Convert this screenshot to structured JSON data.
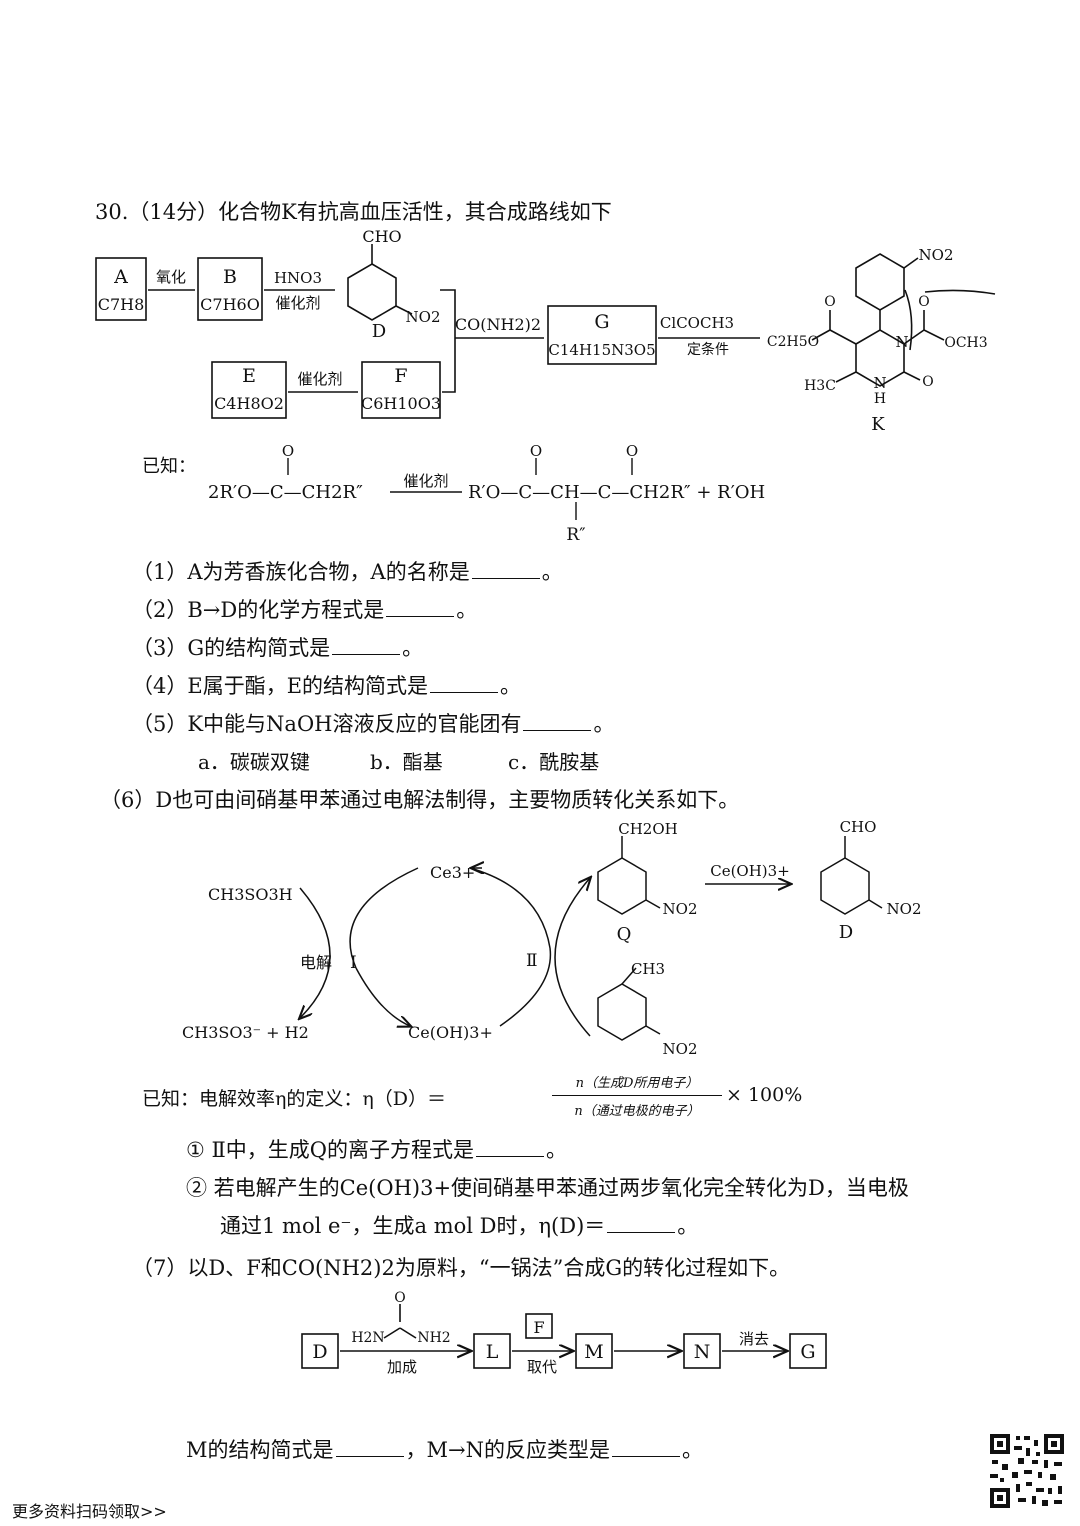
{
  "title": "30.（14分）化合物K有抗高血压活性，其合成路线如下",
  "route": {
    "A": {
      "name": "A",
      "formula": "C7H8"
    },
    "B": {
      "name": "B",
      "formula": "C7H6O"
    },
    "D_label": "D",
    "E": {
      "name": "E",
      "formula": "C4H8O2"
    },
    "F": {
      "name": "F",
      "formula": "C6H10O3"
    },
    "G": {
      "name": "G",
      "formula": "C14H15N3O5"
    },
    "K_label": "K",
    "arrow_AB": "氧化",
    "arrow_BD_top": "HNO3",
    "arrow_BD_bottom": "催化剂",
    "arrow_EF": "催化剂",
    "reagent_DG": "CO(NH2)2",
    "arrow_GK_top": "ClCOCH3",
    "arrow_GK_bottom": "定条件",
    "sub_CHO": "CHO",
    "sub_NO2": "NO2",
    "K_sub_C2H5O": "C2H5O",
    "K_sub_OCH3": "OCH3",
    "K_sub_H3C": "H3C",
    "K_N": "N",
    "K_NH": "N",
    "K_H": "H",
    "K_O": "O"
  },
  "known1": {
    "label": "已知：",
    "left": "2R′O—C—CH2R″",
    "arrow": "催化剂",
    "right": "R′O—C—CH—C—CH2R″ + R′OH",
    "sub": "R″",
    "o": "O"
  },
  "questions": {
    "q1": "（1）A为芳香族化合物，A的名称是",
    "q2": "（2）B→D的化学方程式是",
    "q3": "（3）G的结构简式是",
    "q4": "（4）E属于酯，E的结构简式是",
    "q5": "（5）K中能与NaOH溶液反应的官能团有",
    "opt_a": "a．碳碳双键",
    "opt_b": "b．酯基",
    "opt_c": "c．酰胺基",
    "q6": "（6）D也可由间硝基甲苯通过电解法制得，主要物质转化关系如下。",
    "q6_1": "① Ⅱ中，生成Q的离子方程式是",
    "q6_2a": "② 若电解产生的Ce(OH)3+使间硝基甲苯通过两步氧化完全转化为D，当电极",
    "q6_2b": "通过1 mol e⁻，生成a mol D时，η(D)＝",
    "q7": "（7）以D、F和CO(NH2)2为原料，“一锅法”合成G的转化过程如下。",
    "q7_end_a": "M的结构简式是",
    "q7_end_b": "，M→N的反应类型是",
    "period": "。"
  },
  "cycle": {
    "CH3SO3H": "CH3SO3H",
    "Ce3": "Ce3+",
    "CeOH3": "Ce(OH)3+",
    "products": "CH3SO3⁻ + H2",
    "electrolysis": "电解",
    "I": "Ⅰ",
    "II": "Ⅱ",
    "Q_sub": "CH2OH",
    "Q_label": "Q",
    "CH3": "CH3",
    "arrow_QD": "Ce(OH)3+",
    "D_sub": "CHO",
    "D_label": "D",
    "NO2": "NO2"
  },
  "efficiency": {
    "label": "已知：电解效率η的定义：η（D）＝",
    "num": "n（生成D所用电子）",
    "den": "n（通过电极的电子）",
    "times": "× 100%"
  },
  "flow7": {
    "D": "D",
    "L": "L",
    "F": "F",
    "M": "M",
    "N": "N",
    "G": "G",
    "urea_left": "H2N",
    "urea_right": "NH2",
    "urea_O": "O",
    "step1": "加成",
    "step2": "取代",
    "step4": "消去"
  },
  "footer": "更多资料扫码领取>>"
}
